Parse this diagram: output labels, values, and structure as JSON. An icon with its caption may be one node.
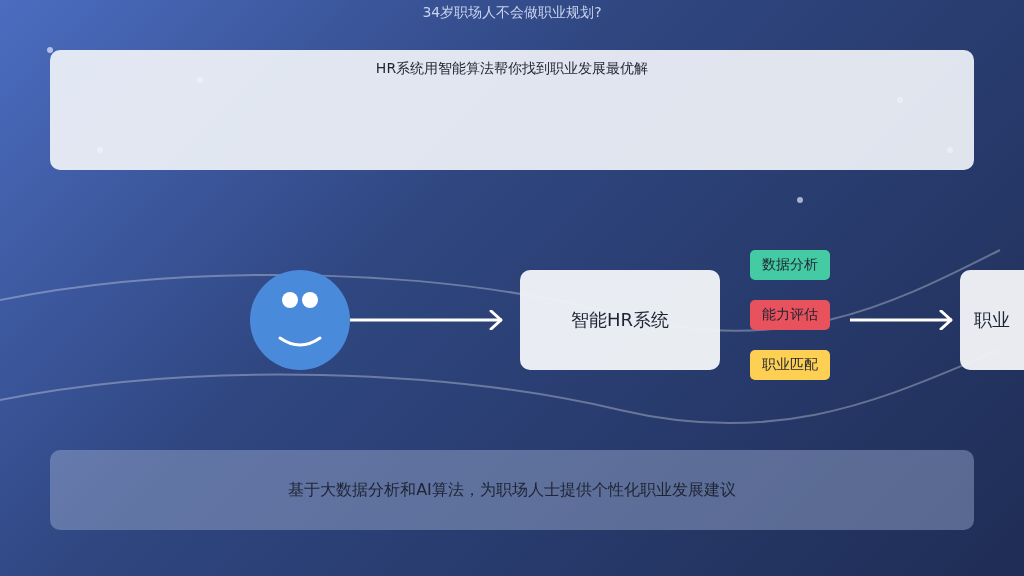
{
  "diagram": {
    "title": "34岁职场人不会做职业规划?",
    "nodes": [
      {
        "text": [
          "HR系统用智能算法帮你找到职业发展最优解"
        ]
      },
      {
        "text": [],
        "shape": "picture"
      },
      {
        "text": [
          "智能HR系统"
        ]
      },
      {
        "text": [
          "数据分析"
        ]
      },
      {
        "text": [
          "能力评估"
        ]
      },
      {
        "text": [
          "职业匹配"
        ]
      },
      {
        "text": [
          "职业"
        ]
      },
      {
        "text": [
          "基于大数据分析和AI算法，为职场人士提供个性化职业发展建议"
        ]
      }
    ],
    "edges": [
      {
        "from": 1,
        "to": 2,
        "arrow": "to"
      },
      {
        "from": 4,
        "to": 6,
        "arrow": "to"
      }
    ]
  }
}
